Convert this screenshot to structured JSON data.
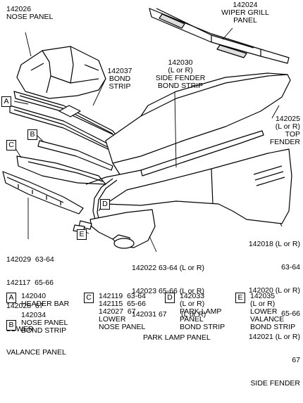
{
  "callouts": {
    "nose_panel": {
      "num": "142026",
      "name": "NOSE PANEL"
    },
    "wiper_grill": {
      "num": "142024",
      "line1": "WIPER GRILL",
      "line2": "PANEL"
    },
    "bond_strip": {
      "num": "142037",
      "line1": "BOND",
      "line2": "STRIP"
    },
    "side_fender_bond": {
      "num": "142030",
      "line1": "(L or R)",
      "line2": "SIDE FENDER",
      "line3": "BOND STRIP"
    },
    "top_fender": {
      "num": "142025",
      "line1": "(L or R)",
      "line2": "TOP",
      "line3": "FENDER"
    },
    "side_fender": {
      "rows": [
        {
          "num": "142018",
          "spec": "(L or R)"
        },
        {
          "num": "",
          "spec": "63-64"
        },
        {
          "num": "142020",
          "spec": "(L or R)"
        },
        {
          "num": "",
          "spec": "65-66"
        },
        {
          "num": "142021",
          "spec": "(L or R)"
        },
        {
          "num": "",
          "spec": "67"
        }
      ],
      "name": "SIDE FENDER"
    },
    "lower_valance": {
      "rows": [
        {
          "num": "142029",
          "years": "63-64"
        },
        {
          "num": "142117",
          "years": "65-66"
        },
        {
          "num": "142028",
          "years": "67"
        }
      ],
      "line1": "LOWER",
      "line2": "VALANCE PANEL"
    },
    "park_lamp": {
      "rows": [
        {
          "num": "142022",
          "years": "63-64",
          "side": "(L or R)"
        },
        {
          "num": "142023",
          "years": "65-66",
          "side": "(L or R)"
        },
        {
          "num": "142031",
          "years": "67",
          "side": "(L or R)"
        }
      ],
      "name": "PARK LAMP PANEL"
    }
  },
  "markers": {
    "a": "A",
    "b": "B",
    "c": "C",
    "d": "D",
    "e": "E"
  },
  "legend": {
    "a": {
      "letter": "A",
      "lines": [
        "142040",
        "HEADER BAR"
      ]
    },
    "b": {
      "letter": "B",
      "lines": [
        "142034",
        "NOSE PANEL",
        "BOND STRIP"
      ]
    },
    "c": {
      "letter": "C",
      "lines": [
        "142119  63-64",
        "142115  65-66",
        "142027  67",
        "LOWER",
        "NOSE PANEL"
      ]
    },
    "d": {
      "letter": "D",
      "lines": [
        "142033",
        "(L or R)",
        "PARK LAMP",
        "PANEL",
        "BOND STRIP"
      ]
    },
    "e": {
      "letter": "E",
      "lines": [
        "142035",
        "(L or R)",
        "LOWER",
        "VALANCE",
        "BOND STRIP"
      ]
    }
  }
}
